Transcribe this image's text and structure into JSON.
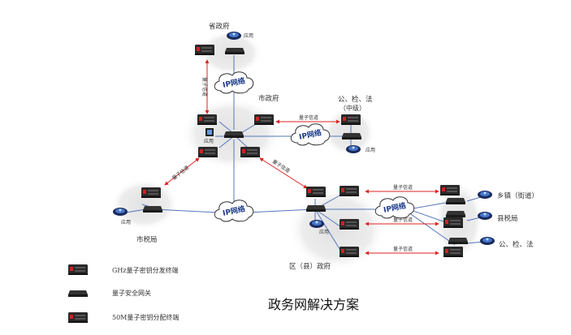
{
  "title": "政务网解决方案",
  "nodes": {
    "province": "省政府",
    "city": "市政府",
    "police_mid": "公、检、法",
    "police_mid_level": "（中级）",
    "tax": "市税局",
    "district": "区（县）政府",
    "town": "乡镇（街道）",
    "county_tax": "县税局",
    "police_low": "公、检、法"
  },
  "labels": {
    "app": "应用",
    "ip_network": "IP网络",
    "quantum_channel": "量子信道"
  },
  "legend": [
    {
      "label": "GHz量子密钥分发终端",
      "icon": "qkd-terminal-icon"
    },
    {
      "label": "量子安全网关",
      "icon": "security-gateway-icon"
    },
    {
      "label": "50M量子密钥分配终端",
      "icon": "key-distribution-terminal-icon"
    }
  ],
  "colors": {
    "link": "#5577bb",
    "quantum_link": "#dd2222",
    "cloud_fill": "#e6e6e6",
    "device": "#2a2a2a"
  }
}
